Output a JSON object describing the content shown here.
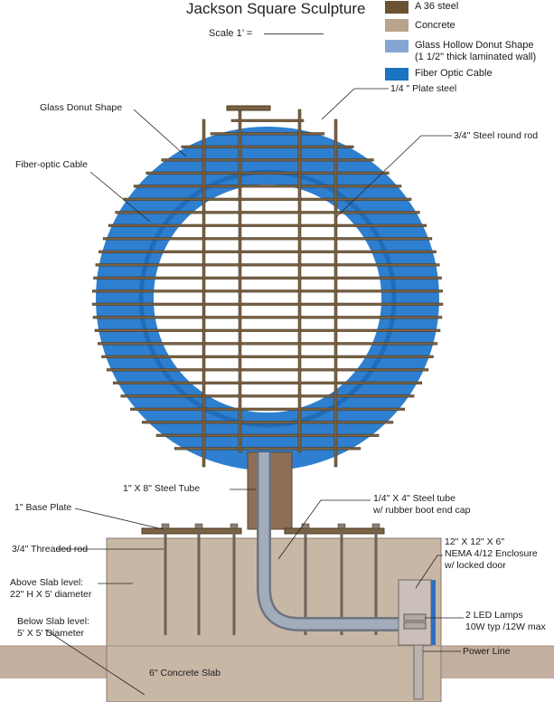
{
  "title": "Jackson Square Sculpture",
  "scale_label": "Scale 1’ =",
  "legend": [
    {
      "label": "A 36 steel",
      "color": "#6b5232"
    },
    {
      "label": "Concrete",
      "color": "#b9a38d"
    },
    {
      "label_lines": [
        "Glass Hollow  Donut Shape",
        "(1 1/2\" thick laminated wall)"
      ],
      "color": "#85a6d4"
    },
    {
      "label": "Fiber Optic Cable",
      "color": "#1a74c0"
    }
  ],
  "callouts": {
    "plate_steel": "1/4 \" Plate steel",
    "glass_donut": "Glass Donut Shape",
    "steel_round_rod": "3/4\" Steel round rod",
    "fiber_optic": "Fiber-optic Cable",
    "steel_tube": "1\" X 8\" Steel Tube",
    "base_plate": "1\" Base Plate",
    "steel_tube_small": [
      "1/4\" X 4\" Steel tube",
      "w/ rubber boot end cap"
    ],
    "threaded_rod": "3/4\" Threaded rod",
    "nema": [
      "12\" X 12\" X 6\"",
      "NEMA 4/12 Enclosure",
      "w/ locked door"
    ],
    "above_slab": [
      "Above Slab level:",
      "22\" H X 5' diameter"
    ],
    "led": [
      "2 LED Lamps",
      "10W typ /12W max"
    ],
    "below_slab": [
      "Below Slab level:",
      "5' X 5' Diameter"
    ],
    "power_line": "Power Line",
    "concrete_slab": "6\" Concrete Slab"
  },
  "colors": {
    "steel": "#6b5232",
    "concrete": "#b9a38d",
    "concrete_light": "#c8b8a6",
    "glass": "#2e7fcf",
    "fiber": "#1d66b0",
    "conduit": "#8d96a6"
  }
}
